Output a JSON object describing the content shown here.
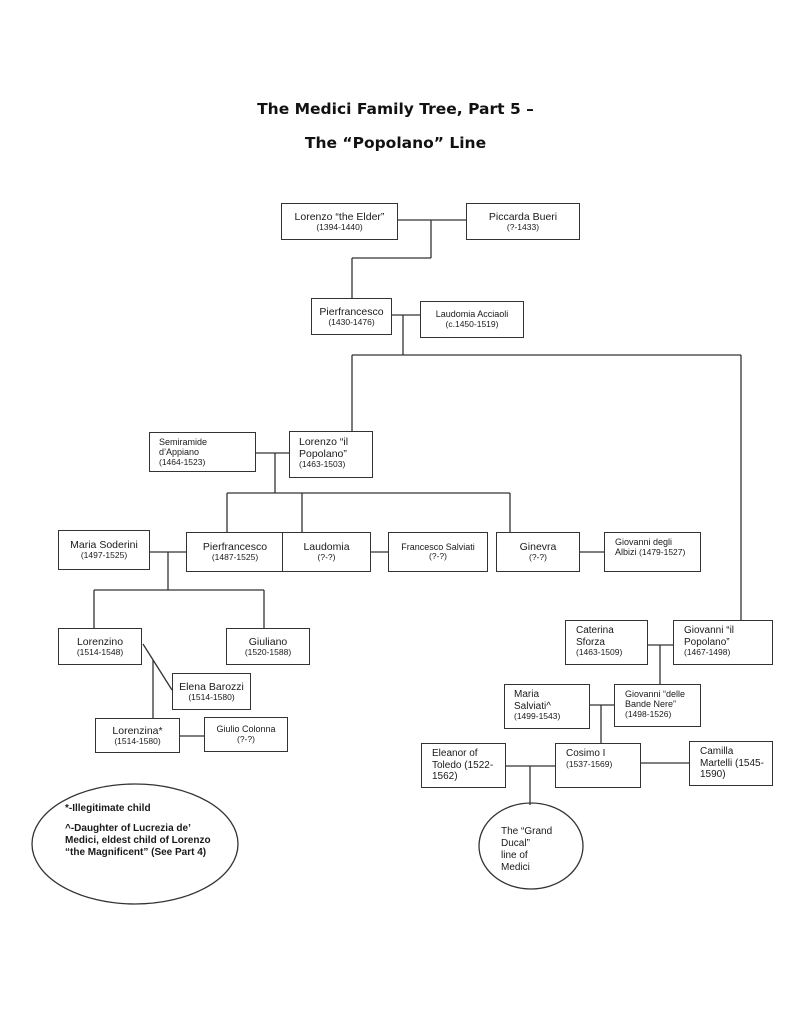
{
  "title": {
    "line1": "The Medici Family Tree, Part 5 –",
    "line2": "The “Popolano” Line"
  },
  "people": {
    "lorenzo_elder": {
      "name": "Lorenzo “the Elder”",
      "dates": "(1394-1440)"
    },
    "piccarda": {
      "name": "Piccarda Bueri",
      "dates": "(?-1433)"
    },
    "pierfrancesco_sr": {
      "name": "Pierfrancesco",
      "dates": "(1430-1476)"
    },
    "laudomia_acciaoli": {
      "name": "Laudomia Acciaoli",
      "dates": "(c.1450-1519)"
    },
    "semiramide": {
      "name1": "Semiramide",
      "name2": "d’Appiano",
      "dates": "(1464-1523)"
    },
    "lorenzo_popolano": {
      "name1": "Lorenzo “il",
      "name2": "Popolano”",
      "dates": "(1463-1503)"
    },
    "maria_soderini": {
      "name": "Maria Soderini",
      "dates": "(1497-1525)"
    },
    "pierfrancesco_jr": {
      "name": "Pierfrancesco",
      "dates": "(1487-1525)"
    },
    "laudomia": {
      "name": "Laudomia",
      "dates": "(?-?)"
    },
    "francesco_salviati": {
      "name": "Francesco Salviati",
      "dates": "(?-?)"
    },
    "ginevra": {
      "name": "Ginevra",
      "dates": "(?-?)"
    },
    "giovanni_albizi": {
      "name1": "Giovanni degli",
      "name2": "Albizi",
      "dates": "(1479-1527)"
    },
    "lorenzino": {
      "name": "Lorenzino",
      "dates": "(1514-1548)"
    },
    "giuliano": {
      "name": "Giuliano",
      "dates": "(1520-1588)"
    },
    "elena_barozzi": {
      "name": "Elena Barozzi",
      "dates": "(1514-1580)"
    },
    "lorenzina": {
      "name": "Lorenzina*",
      "dates": "(1514-1580)"
    },
    "giulio_colonna": {
      "name": "Giulio Colonna",
      "dates": "(?-?)"
    },
    "caterina_sforza": {
      "name1": "Caterina",
      "name2": "Sforza",
      "dates": "(1463-1509)"
    },
    "giovanni_popolano": {
      "name1": "Giovanni “il",
      "name2": "Popolano”",
      "dates": "(1467-1498)"
    },
    "maria_salviati": {
      "name1": "Maria",
      "name2": "Salviati^",
      "dates": "(1499-1543)"
    },
    "giovanni_bande_nere": {
      "name1": "Giovanni “delle",
      "name2": "Bande Nere”",
      "dates": "(1498-1526)"
    },
    "eleanor": {
      "name1": "Eleanor of",
      "name2": "Toledo (1522-",
      "name3": "1562)"
    },
    "cosimo": {
      "name": "Cosimo I",
      "dates": "(1537-1569)"
    },
    "camilla": {
      "name1": "Camilla",
      "name2": "Martelli (1545-",
      "name3": "1590)"
    }
  },
  "grand_ducal": {
    "line1": "The “Grand",
    "line2": "Ducal”",
    "line3": "line of",
    "line4": "Medici"
  },
  "legend": {
    "item1": "*-Illegitimate child",
    "item2": "^-Daughter of Lucrezia de’ Medici, eldest child of Lorenzo “the Magnificent” (See Part 4)"
  }
}
